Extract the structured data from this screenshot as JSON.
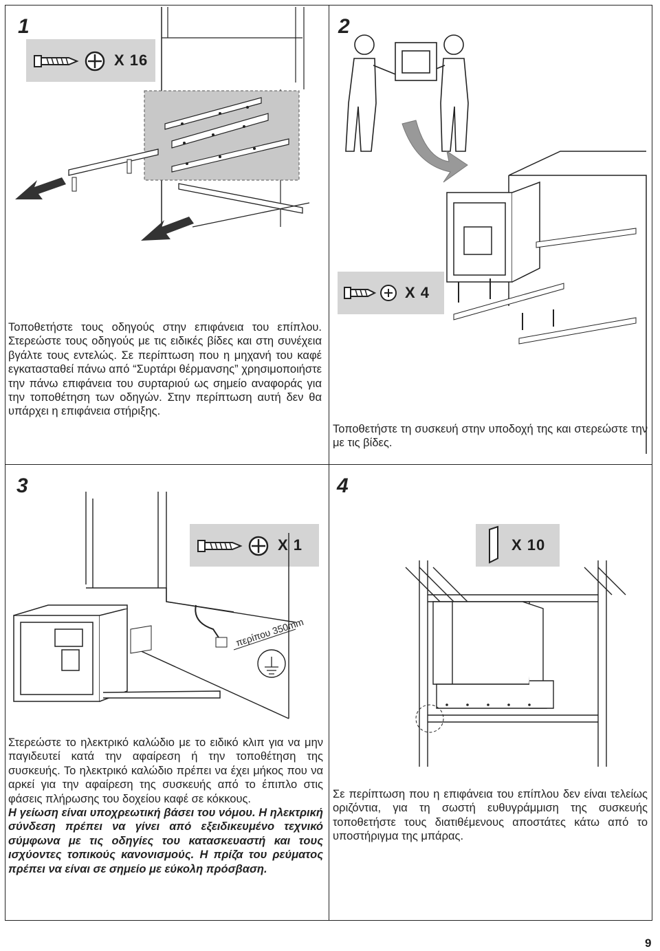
{
  "page_number": "9",
  "steps": [
    {
      "number": "1",
      "badge": {
        "count": "X 16",
        "icon": "screw-icon"
      },
      "text": "Τοποθετήστε τους οδηγούς στην επιφάνεια του επίπλου. Στερεώστε τους οδηγούς με τις ειδικές βίδες και στη συνέχεια βγάλτε τους εντελώς. Σε περίπτωση που η μηχανή του καφέ εγκατασταθεί πάνω από “Συρτάρι θέρμανσης” χρησιμοποιήστε την πάνω επιφάνεια του συρταριού ως σημείο αναφοράς για την τοποθέτηση των οδηγών. Στην περίπτωση αυτή δεν θα υπάρχει η επιφάνεια στήριξης."
    },
    {
      "number": "2",
      "badge": {
        "count": "X 4",
        "icon": "screw-icon"
      },
      "text": "Τοποθετήστε τη συσκευή στην υποδοχή της και στερεώστε την με τις βίδες."
    },
    {
      "number": "3",
      "badge": {
        "count": "X 1",
        "icon": "screw-icon"
      },
      "dimension_label": "περίπου 350mm",
      "text": "Στερεώστε το ηλεκτρικό καλώδιο με το ειδικό κλιπ για να μην παγιδευτεί κατά την αφαίρεση ή την τοποθέτηση της συσκευής. Το ηλεκτρικό καλώδιο πρέπει να έχει μήκος που να αρκεί για την αφαίρεση της συσκευής από το έπιπλο στις φάσεις πλήρωσης του δοχείου καφέ σε κόκκους.",
      "warning": "Η γείωση είναι υποχρεωτική βάσει του νόμου. Η ηλεκτρική σύνδεση πρέπει να γίνει από εξειδικευμένο τεχνικό σύμφωνα με τις οδηγίες του κατασκευαστή και τους ισχύοντες τοπικούς κανονισμούς. Η πρίζα του ρεύματος πρέπει να είναι σε σημείο με εύκολη πρόσβαση."
    },
    {
      "number": "4",
      "badge": {
        "count": "X 10",
        "icon": "spacer-icon"
      },
      "text": "Σε περίπτωση που η επιφάνεια του επίπλου δεν είναι τελείως οριζόντια, για τη σωστή ευθυγράμμιση της συσκευής τοποθετήστε τους διατιθέμενους αποστάτες κάτω από το υποστήριγμα της μπάρας."
    }
  ],
  "colors": {
    "badge_bg": "#d4d4d4",
    "highlight": "#c8c8c8",
    "line": "#222222",
    "arrow": "#333333"
  }
}
